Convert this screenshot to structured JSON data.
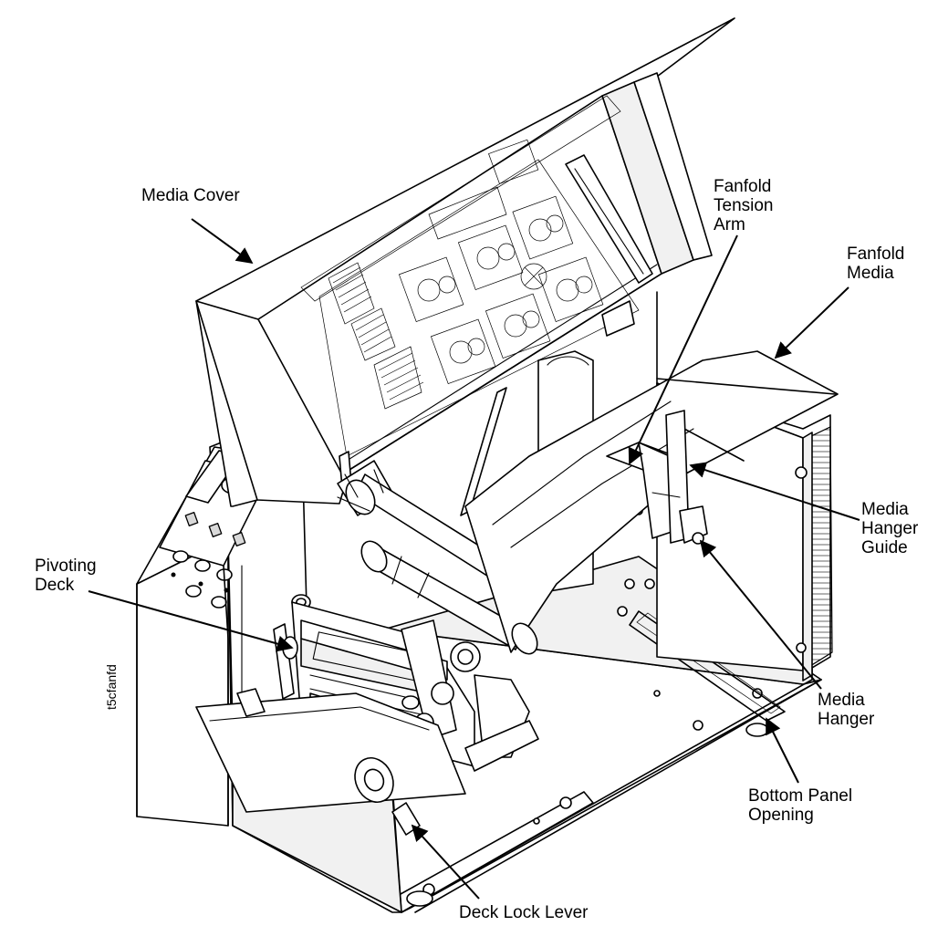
{
  "labels": {
    "media_cover": "Media Cover",
    "fanfold_tension_arm": [
      "Fanfold",
      "Tension",
      "Arm"
    ],
    "fanfold_media": [
      "Fanfold",
      "Media"
    ],
    "pivoting_deck": [
      "Pivoting",
      "Deck"
    ],
    "media_hanger_guide": [
      "Media",
      "Hanger",
      "Guide"
    ],
    "media_hanger": [
      "Media",
      "Hanger"
    ],
    "bottom_panel_opening": [
      "Bottom Panel",
      "Opening"
    ],
    "deck_lock_lever": "Deck Lock Lever"
  },
  "figure_code": "t5cfanfd"
}
